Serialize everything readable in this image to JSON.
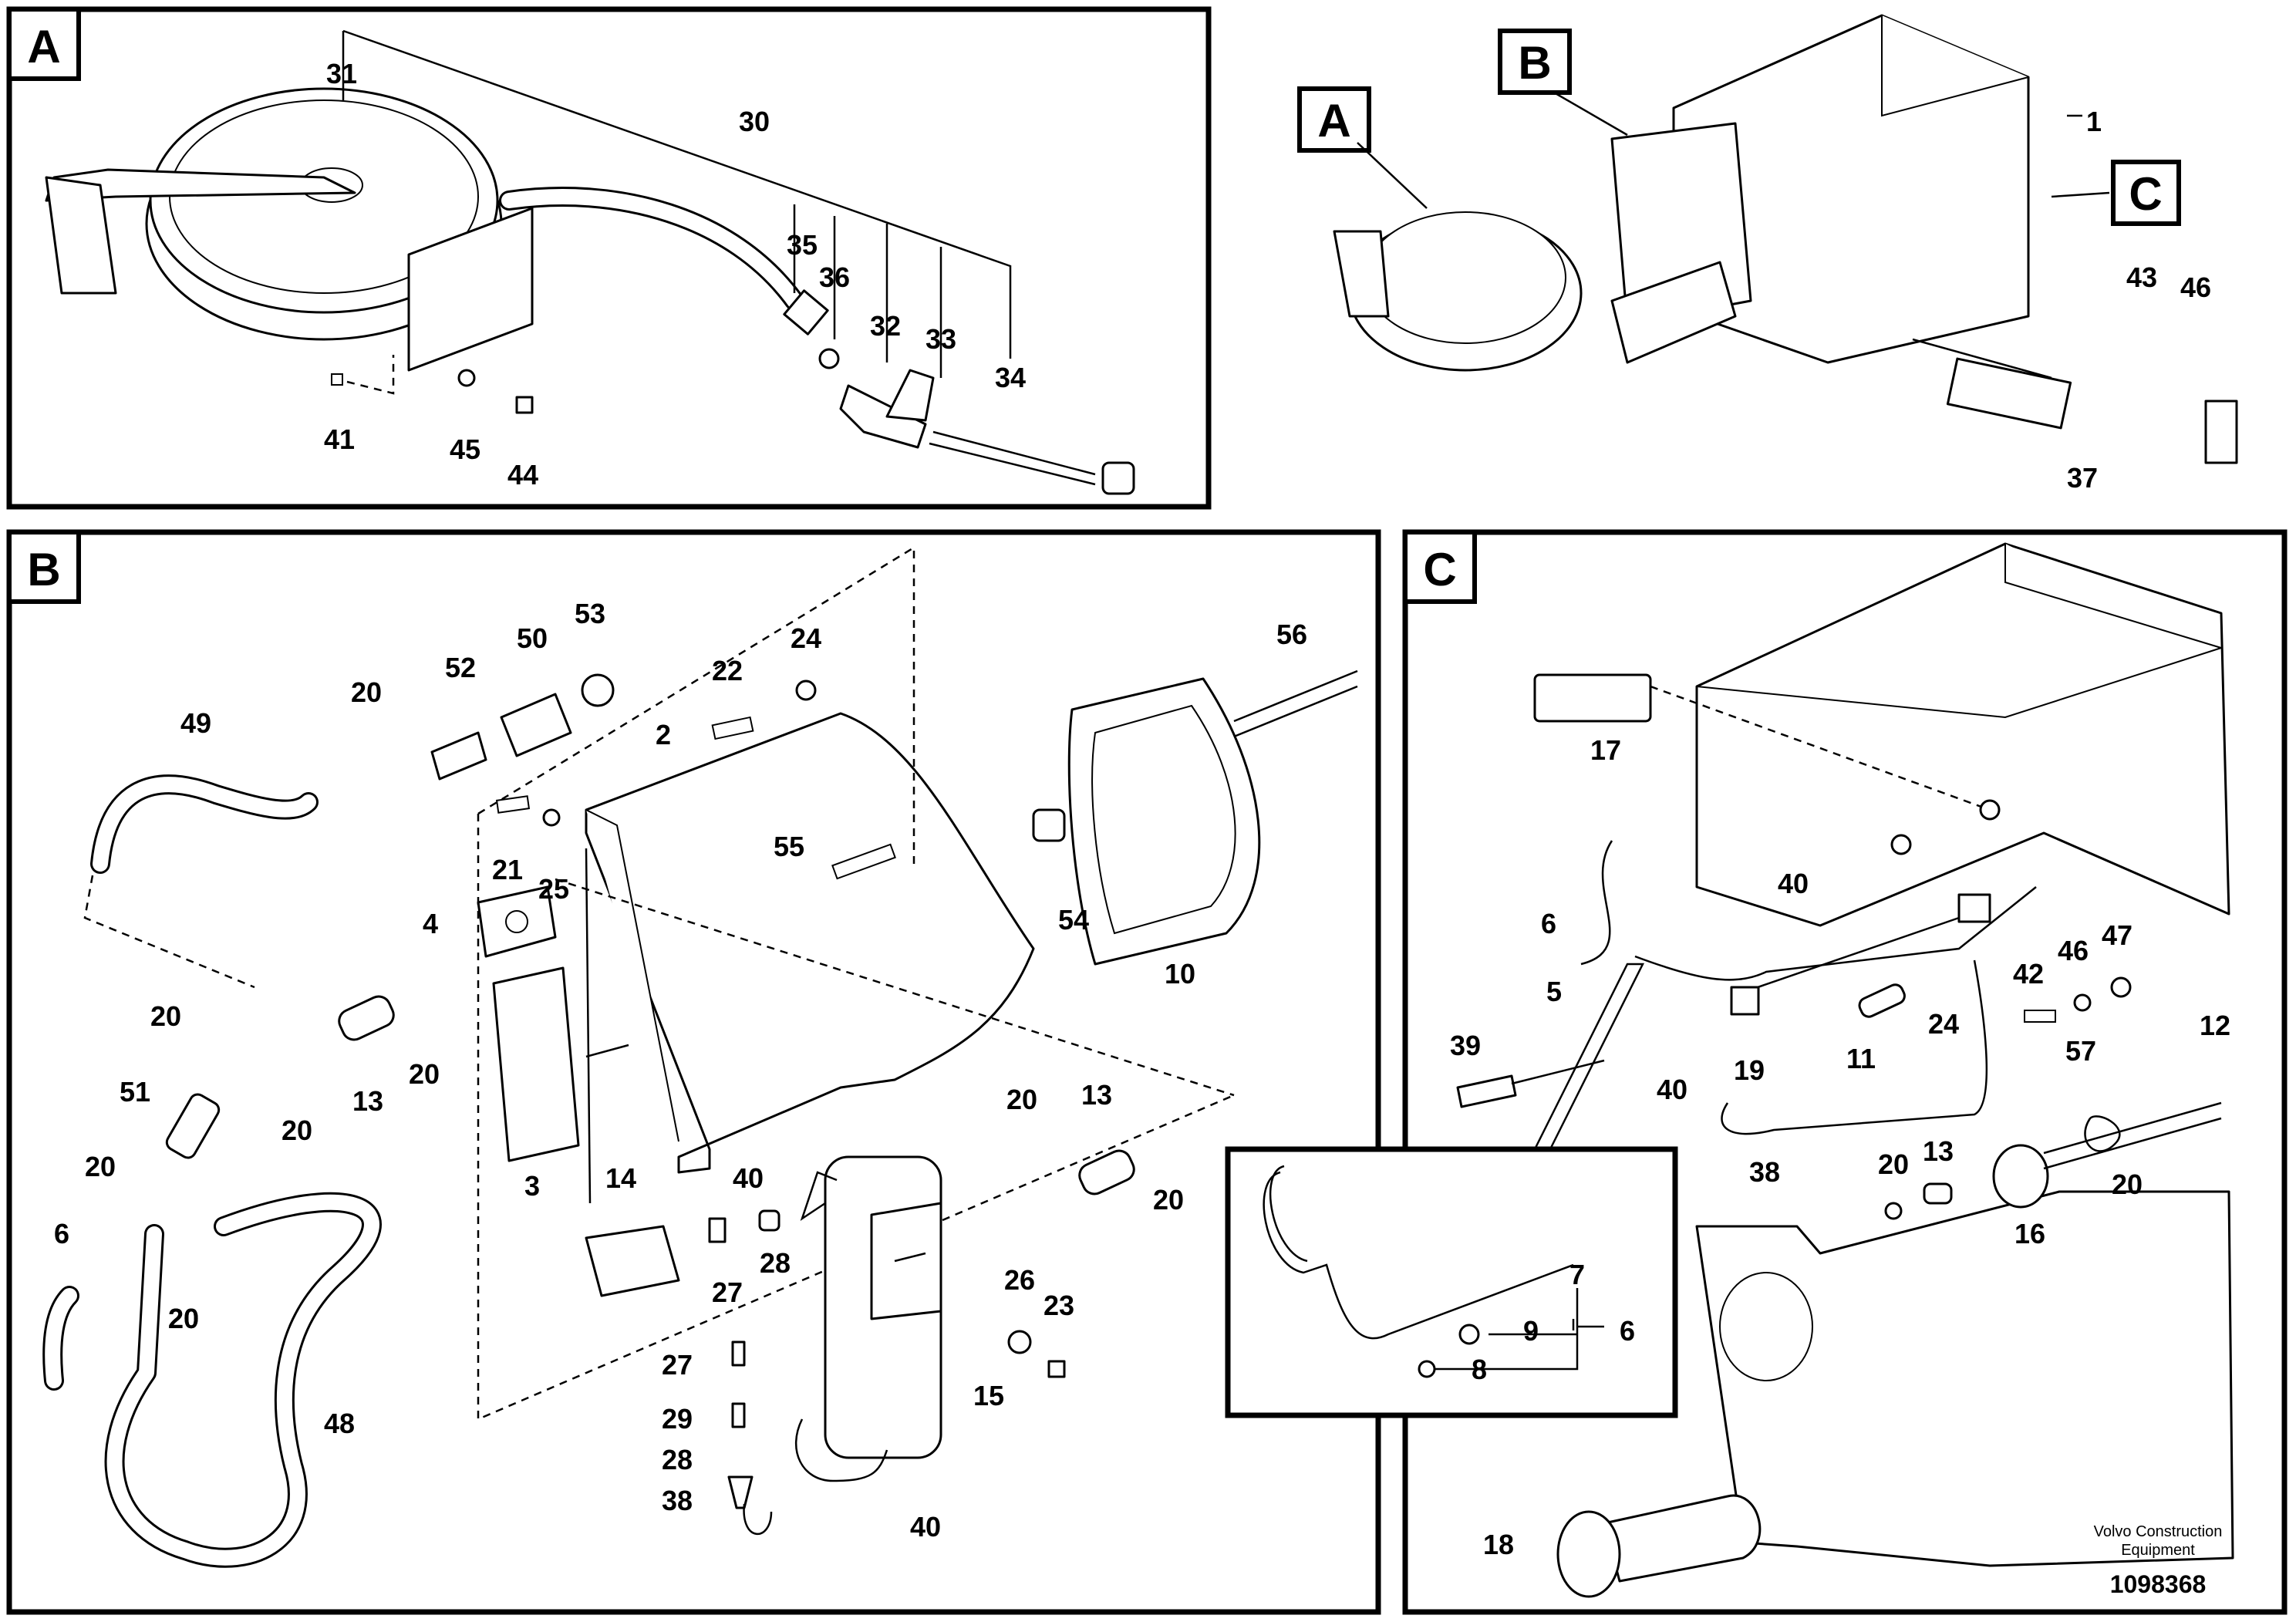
{
  "panels": {
    "A": {
      "letter": "A"
    },
    "B": {
      "letter": "B"
    },
    "C": {
      "letter": "C"
    }
  },
  "overview": {
    "labels": {
      "A": "A",
      "B": "B",
      "C": "C"
    }
  },
  "callouts": {
    "A": [
      "31",
      "30",
      "35",
      "36",
      "32",
      "33",
      "34",
      "41",
      "45",
      "44"
    ],
    "overview": [
      "1",
      "43",
      "46",
      "37"
    ],
    "B": [
      "49",
      "20",
      "52",
      "50",
      "53",
      "24",
      "22",
      "2",
      "21",
      "25",
      "55",
      "56",
      "54",
      "10",
      "4",
      "20",
      "51",
      "13",
      "20",
      "20",
      "20",
      "20",
      "3",
      "14",
      "40",
      "27",
      "28",
      "13",
      "20",
      "20",
      "6",
      "20",
      "26",
      "23",
      "15",
      "27",
      "29",
      "28",
      "38",
      "40",
      "48"
    ],
    "C": [
      "17",
      "6",
      "40",
      "5",
      "39",
      "40",
      "19",
      "11",
      "24",
      "42",
      "46",
      "47",
      "38",
      "12",
      "57",
      "20",
      "13",
      "16",
      "20",
      "7",
      "9",
      "6",
      "8",
      "18"
    ]
  },
  "footer": {
    "brand_line1": "Volvo Construction",
    "brand_line2": "Equipment",
    "doc_number": "1098368"
  }
}
